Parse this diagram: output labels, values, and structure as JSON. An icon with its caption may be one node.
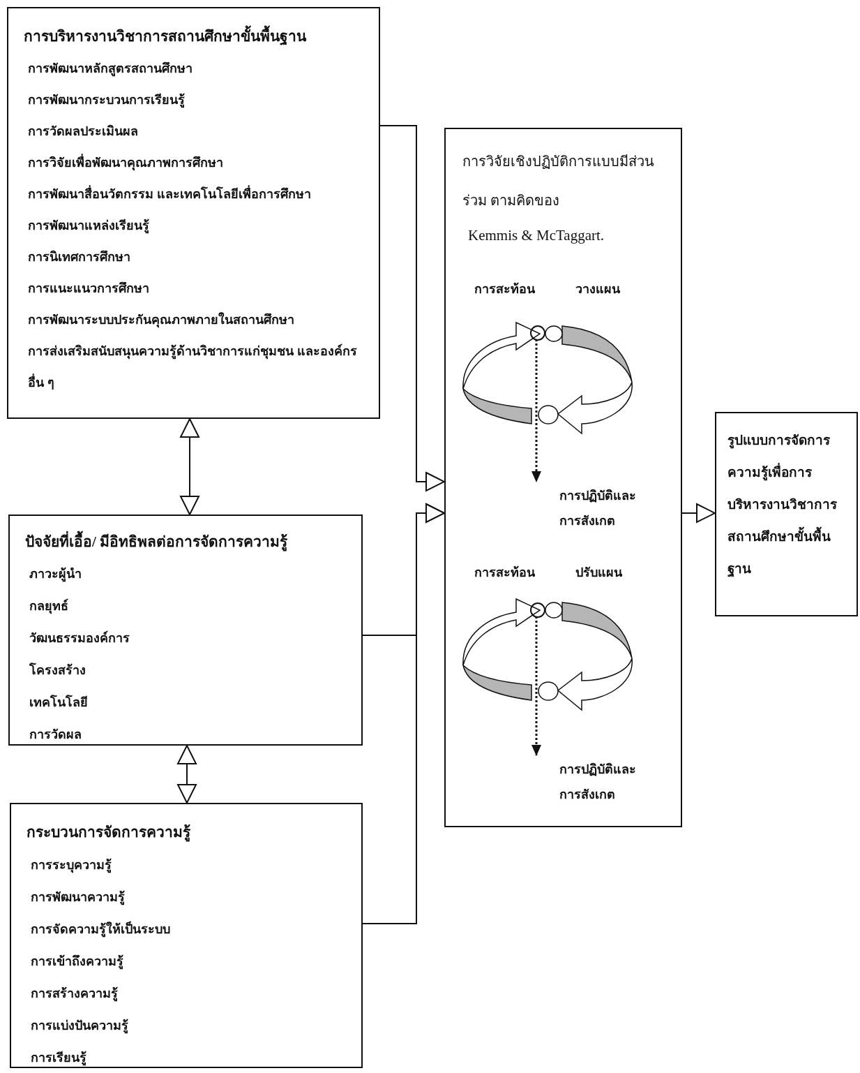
{
  "diagram": {
    "nodes": [
      {
        "text": [
          "การบริหารงานวิชาการสถานศึกษาขั้นพื้นฐาน",
          "การพัฒนาหลักสูตรสถานศึกษา",
          "การพัฒนากระบวนการเรียนรู้",
          "การวัดผลประเมินผล",
          "การวิจัยเพื่อพัฒนาคุณภาพการศึกษา",
          "การพัฒนาสื่อนวัตกรรม และเทคโนโลยีเพื่อการศึกษา",
          "การพัฒนาแหล่งเรียนรู้",
          "การนิเทศการศึกษา",
          "การแนะแนวการศึกษา",
          "การพัฒนาระบบประกันคุณภาพภายในสถานศึกษา",
          "การส่งเสริมสนับสนุนความรู้ด้านวิชาการแก่ชุมชน และองค์กรอื่น ๆ"
        ]
      },
      {
        "text": [
          "ปัจจัยที่เอื้อ/ มีอิทธิพลต่อการจัดการความรู้",
          "ภาวะผู้นำ",
          "กลยุทธ์",
          "วัฒนธรรมองค์การ",
          "โครงสร้าง",
          "เทคโนโลยี",
          "การวัดผล"
        ]
      },
      {
        "text": [
          "กระบวนการจัดการความรู้",
          "การระบุความรู้",
          "การพัฒนาความรู้",
          "การจัดความรู้ให้เป็นระบบ",
          "การเข้าถึงความรู้",
          "การสร้างความรู้",
          "การแบ่งปันความรู้",
          "การเรียนรู้"
        ]
      },
      {
        "text": [
          "การวิจัยเชิงปฏิบัติการแบบมีส่วนร่วม ตามคิดของ",
          "Kemmis & McTaggart."
        ]
      },
      {
        "text": [],
        "shape": "circle",
        "in": 3
      },
      {
        "text": [
          "การปฏิบัติและการสังเกต"
        ],
        "in": 3
      },
      {
        "text": [],
        "shape": "circle",
        "in": 3
      },
      {
        "text": [
          "การปฏิบัติและการสังเกต"
        ],
        "in": 3
      },
      {
        "text": [
          "รูปแบบการจัดการความรู้เพื่อการบริหารงานวิชาการสถานศึกษาขั้นพื้นฐาน"
        ]
      }
    ],
    "edges": [
      {
        "from": 0,
        "to": 3,
        "arrow": "to"
      },
      {
        "from": 1,
        "to": 3,
        "arrow": "to"
      },
      {
        "from": 2,
        "to": 3,
        "arrow": "to"
      },
      {
        "from": 0,
        "to": 1,
        "arrow": "both"
      },
      {
        "from": 1,
        "to": 2,
        "arrow": "both"
      },
      {
        "from": 3,
        "to": 8,
        "arrow": "to"
      },
      {
        "from": 4,
        "to": 5,
        "arrow": "to",
        "style": "dashed"
      },
      {
        "from": 6,
        "to": 7,
        "arrow": "to",
        "style": "dashed"
      }
    ],
    "labels": [
      "การสะท้อน",
      "วางแผน",
      "การสะท้อน",
      "ปรับแผน"
    ]
  }
}
